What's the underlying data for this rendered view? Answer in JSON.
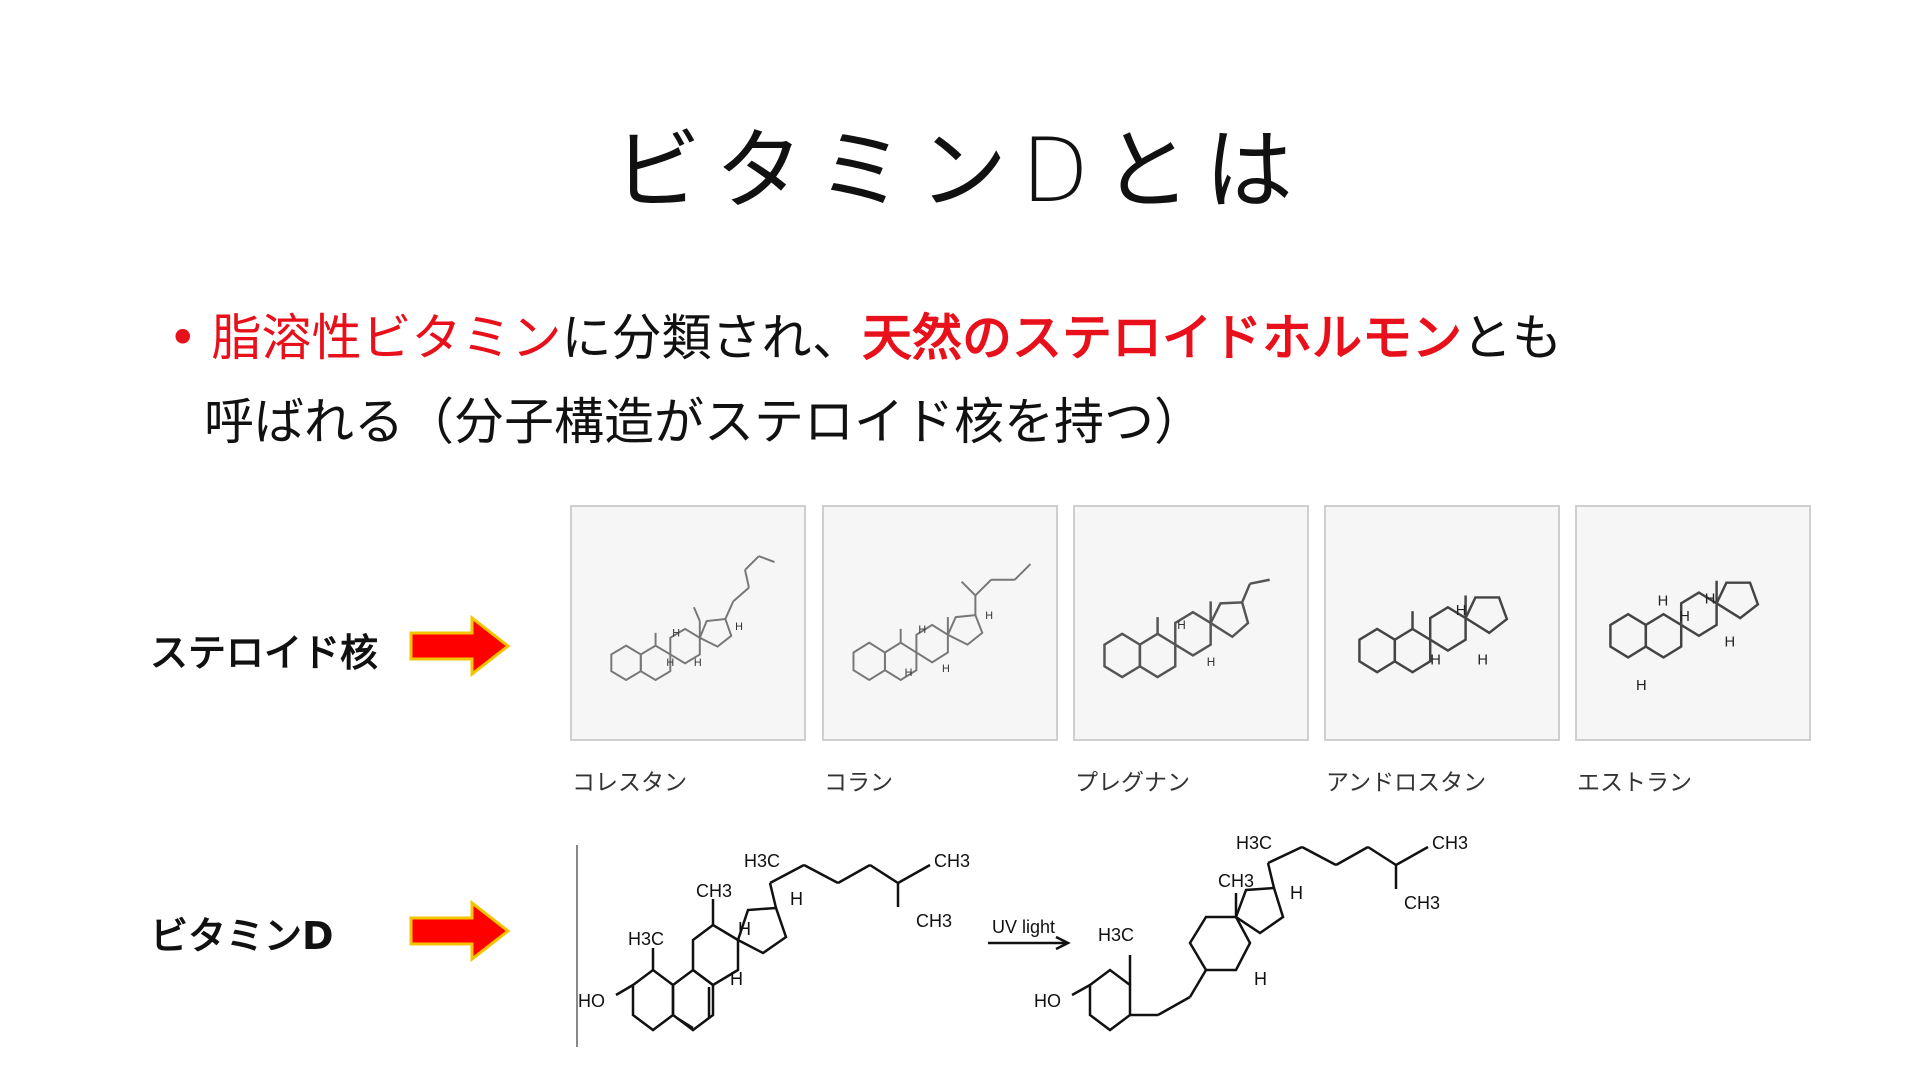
{
  "slide": {
    "title": "ビタミンDとは",
    "bullet": {
      "marker": "•",
      "seg1": "脂溶性ビタミン",
      "seg2": "に分類され、",
      "seg3": "天然のステロイドホルモン",
      "seg4": "とも",
      "line2": "呼ばれる（分子構造がステロイド核を持つ）"
    },
    "colors": {
      "accent_red": "#e8101a",
      "arrow_red": "#ff0000",
      "arrow_border": "#f5c400"
    },
    "rows": {
      "steroid_label": "ステロイド核",
      "vitd_label": "ビタミンD"
    },
    "steroids": [
      {
        "name": "コレスタン",
        "h_labels": [
          "H",
          "H",
          "H",
          "H"
        ]
      },
      {
        "name": "コラン",
        "h_labels": [
          "H",
          "H",
          "H",
          "H"
        ]
      },
      {
        "name": "プレグナン",
        "h_labels": [
          "H",
          "H"
        ]
      },
      {
        "name": "アンドロスタン",
        "h_labels": [
          "H",
          "H",
          "H"
        ]
      },
      {
        "name": "エストラン",
        "h_labels": [
          "H",
          "H",
          "H",
          "H",
          "H"
        ]
      }
    ],
    "scheme": {
      "left_labels": {
        "h3c_top": "H3C",
        "ch3_top": "CH3",
        "ch3_bottom": "CH3",
        "ch3_c13": "CH3",
        "h_c14": "H",
        "h3c_c10": "H3C",
        "h_c9": "H",
        "h_c8": "H",
        "ho": "HO"
      },
      "reaction": "UV light",
      "right_labels": {
        "h3c_top": "H3C",
        "ch3_top": "CH3",
        "ch3_bottom": "CH3",
        "ch3_c13": "CH3",
        "h_c14": "H",
        "h3c_ring": "H3C",
        "h_c8": "H",
        "ho": "HO"
      }
    }
  }
}
